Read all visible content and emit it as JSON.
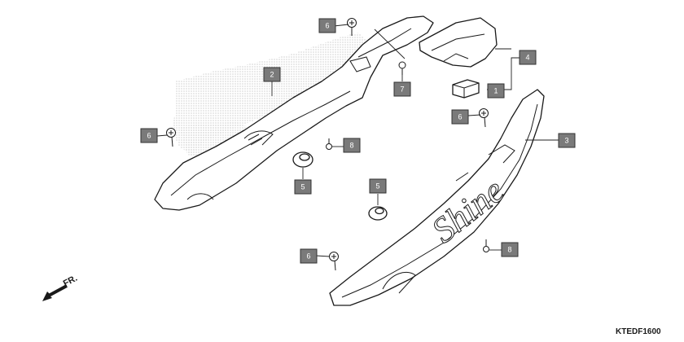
{
  "diagram": {
    "callouts": [
      "1",
      "2",
      "3",
      "4",
      "5",
      "5",
      "6",
      "6",
      "6",
      "7",
      "8",
      "8"
    ],
    "direction_label": "FR.",
    "drawing_code": "KTEDF1600",
    "emblem_text": "Shine",
    "colors": {
      "callout_fill": "#7a7a7a",
      "line": "#1a1a1a",
      "shadow_dots": "#9a9a9a"
    }
  }
}
